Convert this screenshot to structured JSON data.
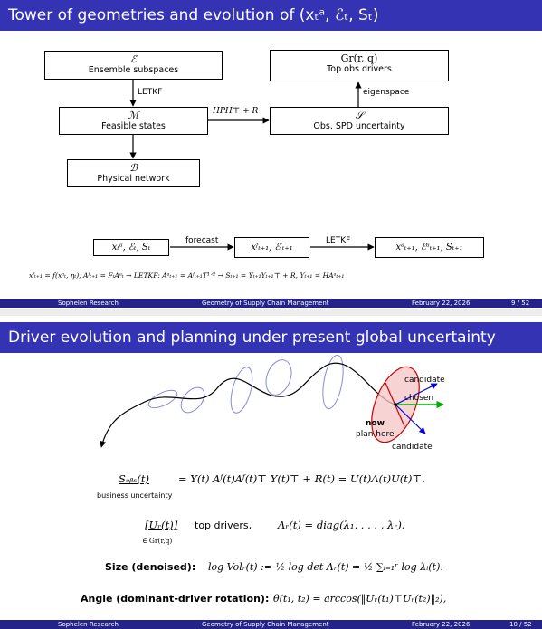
{
  "slide1": {
    "title": "Tower of geometries and evolution of (xₜᵃ, ℰₜ, Sₜ)",
    "boxes": {
      "ensemble_sym": "ℰ",
      "ensemble_label": "Ensemble subspaces",
      "feasible_sym": "ℳ",
      "feasible_label": "Feasible states",
      "physical_sym": "ℬ",
      "physical_label": "Physical network",
      "gr_sym": "Gr(r, q)",
      "gr_label": "Top obs drivers",
      "obs_sym": "𝒮",
      "obs_label": "Obs. SPD uncertainty"
    },
    "edges": {
      "letkf": "LETKF",
      "hph": "HPH⊤ + R",
      "eigenspace": "eigenspace"
    },
    "chain": {
      "state0": "xₜᵃ,  ℰₜ,  Sₜ",
      "forecast": "forecast",
      "state1": "xᶠₜ₊₁,  ℰᶠₜ₊₁",
      "letkf": "LETKF",
      "state2": "xᵃₜ₊₁,  ℰᵃₜ₊₁,  Sₜ₊₁"
    },
    "equation": "xᶠₜ₊₁ = f(xᵃₜ, ηₜ),  Aᶠₜ₊₁ = FₜAᵃₜ    →   LETKF: Aᵃₜ₊₁ = Aᶠₜ₊₁T¹ᐟ²    →   Sₜ₊₁ = Yₜ₊₁Yₜ₊₁⊤ + R,  Yₜ₊₁ = HAᵃₜ₊₁",
    "footer": {
      "author": "Sophelen Research",
      "talk": "Geometry of Supply Chain Management",
      "date": "February 22, 2026",
      "page": "9 / 52"
    }
  },
  "slide2": {
    "title": "Driver evolution and planning under present global uncertainty",
    "diagram": {
      "candidate_top": "candidate",
      "chosen": "chosen",
      "now": "now",
      "plan_here": "plan here",
      "candidate_bottom": "candidate",
      "colors": {
        "ellipse": "#8888dd",
        "now_fill": "#f6c4c4",
        "now_edge": "#cc0000",
        "chosen": "#00aa00",
        "candidate": "#0000dd"
      }
    },
    "sobs_lhs": "Sₒᵦₛ(t)",
    "sobs_under": "business uncertainty",
    "sobs_rhs": "= Y(t) Aᶠ(t)Aᶠ(t)⊤ Y(t)⊤ + R(t) = U(t)Λ(t)U(t)⊤.",
    "ur_lhs": "[Uᵣ(t)]",
    "ur_under": "∈ Gr(r,q)",
    "ur_text": "top drivers,",
    "ur_rhs": "Λᵣ(t) = diag(λ₁, . . . , λᵣ).",
    "size_label": "Size (denoised):",
    "size_formula": "log Volᵣ(t) := ½ log det Λᵣ(t) = ½ ∑ᵢ₌₁ʳ log λᵢ(t).",
    "angle_label": "Angle (dominant-driver rotation):",
    "angle_formula": "θ(t₁, t₂) = arccos(‖Uᵣ(t₁)⊤Uᵣ(t₂)‖₂),",
    "footer": {
      "author": "Sophelen Research",
      "talk": "Geometry of Supply Chain Management",
      "date": "February 22, 2026",
      "page": "10 / 52"
    }
  }
}
